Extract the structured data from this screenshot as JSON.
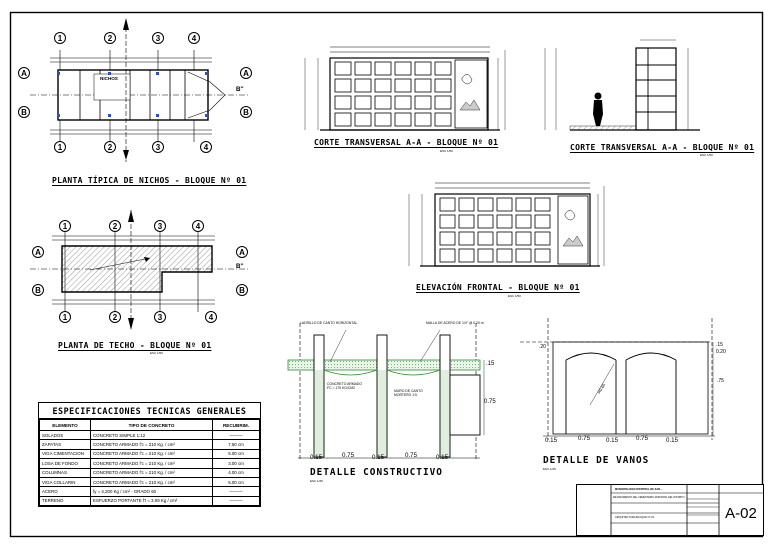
{
  "titles": {
    "plan_nichos": "PLANTA TÍPICA DE NICHOS - BLOQUE Nº 01",
    "corte_1": "CORTE TRANSVERSAL  A-A - BLOQUE Nº 01",
    "corte_2": "CORTE TRANSVERSAL  A-A - BLOQUE Nº 01",
    "elevacion": "ELEVACIÓN FRONTAL - BLOQUE Nº 01",
    "plan_techo": "PLANTA DE TECHO  - BLOQUE Nº 01",
    "detalle_constructivo": "DETALLE CONSTRUCTIVO",
    "detalle_vanos": "DETALLE DE VANOS"
  },
  "scales": {
    "s1": "ESC 1/50",
    "s2": "ESC 1/25"
  },
  "axis_numbers": [
    "1",
    "2",
    "3",
    "4"
  ],
  "axis_letters": [
    "A",
    "B"
  ],
  "plan_labels": {
    "nichos": "NICHOS",
    "b_prime": "B''"
  },
  "detail_labels": {
    "ladrillo": "LADRILLO DE CANTO HORIZONTAL",
    "malla": "MALLA DE ACERO DE 1/4\" @ 0.20 m",
    "concreto": "CONCRETO ARMADO",
    "concreto2": "FC = 175 KG/CM2",
    "muro": "MURO DE CANTO",
    "muro2": "MORTERO 1:5",
    "dim_015": "0.15",
    "dim_075": "0.75",
    "dim_015b": ".15",
    "dim_075b": "0.75",
    "dim_020": ".20",
    "dim_020b": "0.20",
    "dim_075c": ".75",
    "radius": "R0.65"
  },
  "spec_table": {
    "title": "ESPECIFICACIONES TECNICAS GENERALES",
    "headers": [
      "ELEMENTO",
      "TIPO DE CONCRETO",
      "RECUBRIM."
    ],
    "rows": [
      [
        "SOLADOS",
        "CONCRETO SIMPLE 1:12",
        "———"
      ],
      [
        "ZAPATAS",
        "CONCRETO ARMADO f'c = 210 Kg. / cm²",
        "7.50 cm"
      ],
      [
        "VIGA CIMENTACION",
        "CONCRETO ARMADO f'c = 210 Kg. / cm²",
        "5.00 cm"
      ],
      [
        "LOSA DE FONDO",
        "CONCRETO ARMADO f'c = 210 Kg. / cm²",
        "3.00 cm"
      ],
      [
        "COLUMNAS",
        "CONCRETO ARMADO f'c = 210 Kg. / cm²",
        "4.00 cm"
      ],
      [
        "VIGA COLLARIN",
        "CONCRETO ARMADO f'c = 210 Kg. / cm²",
        "5.00 cm"
      ],
      [
        "ACERO",
        "fy = 4,200 Kg / cm²  -  GRADO 60",
        "———"
      ],
      [
        "TERRENO",
        "ESFUERZO PORTANTE  f't = 3.09 Kg / cm²",
        "———"
      ]
    ]
  },
  "title_block": {
    "entity": "MUNICIPALIDAD DISTRITAL DE SAN ...",
    "project": "MEJORAMIENTO DEL CEMENTERIO MUNICIPAL DEL DISTRITO ...",
    "plan": "ARQUITECTURA BLOQUE Nº 01",
    "sheet_code": "A-02"
  }
}
